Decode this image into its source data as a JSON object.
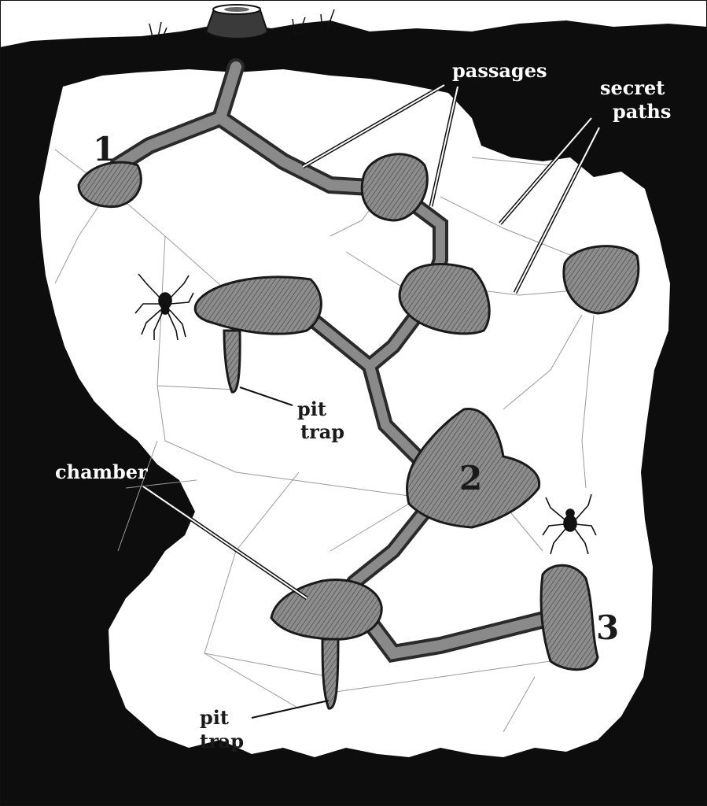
{
  "labels": {
    "passages": "passages",
    "secret_line1": "secret",
    "secret_line2": "paths",
    "pit_trap_upper_line1": "pit",
    "pit_trap_upper_line2": "trap",
    "chamber": "chamber",
    "pit_trap_lower_line1": "pit",
    "pit_trap_lower_line2": "trap"
  },
  "chamber_numbers": {
    "one": "1",
    "two": "2",
    "three": "3"
  },
  "colors": {
    "earth": "#0d0d0d",
    "cave": "#ffffff",
    "tunnel": "#7a7a7a",
    "web": "#9a9a9a"
  },
  "icons": [
    "tree-stump-icon",
    "spider-icon",
    "spider-icon"
  ]
}
